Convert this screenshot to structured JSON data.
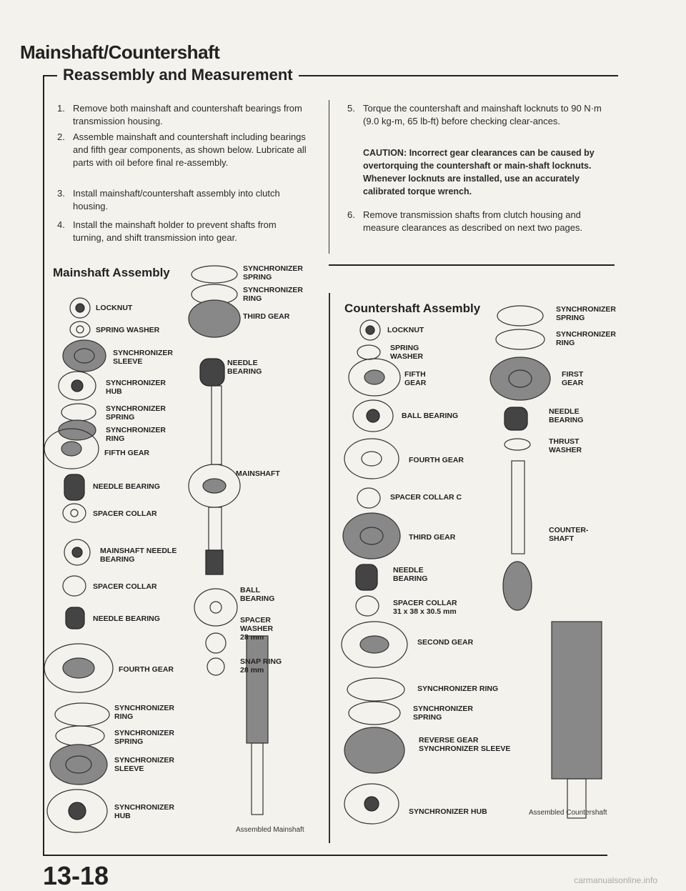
{
  "header": {
    "title": "Mainshaft/Countershaft",
    "subtitle": "Reassembly and Measurement"
  },
  "steps_left": [
    {
      "n": "1.",
      "text": "Remove both mainshaft and countershaft bearings from transmission housing."
    },
    {
      "n": "2.",
      "text": "Assemble mainshaft and countershaft including bearings and fifth gear components, as shown below. Lubricate all parts with oil before final re-assembly."
    },
    {
      "n": "3.",
      "text": "Install mainshaft/countershaft assembly into clutch housing."
    },
    {
      "n": "4.",
      "text": "Install the mainshaft holder to prevent shafts from turning, and shift transmission into gear."
    }
  ],
  "steps_right": [
    {
      "n": "5.",
      "text": "Torque the countershaft and mainshaft locknuts to 90 N·m (9.0 kg-m, 65 lb-ft) before checking clear-ances."
    },
    {
      "n": "6.",
      "text": "Remove transmission shafts from clutch housing and measure clearances as described on next two pages."
    }
  ],
  "caution": "CAUTION: Incorrect gear clearances can be caused by overtorquing the countershaft or main-shaft locknuts. Whenever locknuts are installed, use an accurately calibrated torque wrench.",
  "mainshaft": {
    "heading": "Mainshaft Assembly",
    "caption": "Assembled Mainshaft",
    "labels": [
      "LOCKNUT",
      "SPRING WASHER",
      "SYNCHRONIZER\nSLEEVE",
      "SYNCHRONIZER\nHUB",
      "SYNCHRONIZER\nSPRING",
      "SYNCHRONIZER\nRING",
      "FIFTH GEAR",
      "NEEDLE BEARING",
      "SPACER COLLAR",
      "MAINSHAFT NEEDLE\nBEARING",
      "SPACER COLLAR",
      "NEEDLE BEARING",
      "FOURTH GEAR",
      "SYNCHRONIZER\nRING",
      "SYNCHRONIZER\nSPRING",
      "SYNCHRONIZER\nSLEEVE",
      "SYNCHRONIZER\nHUB",
      "SYNCHRONIZER\nSPRING",
      "SYNCHRONIZER\nRING",
      "THIRD GEAR",
      "NEEDLE\nBEARING",
      "MAINSHAFT",
      "BALL\nBEARING",
      "SPACER\nWASHER\n28 mm",
      "SNAP RING\n28 mm"
    ]
  },
  "countershaft": {
    "heading": "Countershaft Assembly",
    "caption": "Assembled Countershaft",
    "labels": [
      "LOCKNUT",
      "SPRING\nWASHER",
      "FIFTH\nGEAR",
      "BALL BEARING",
      "FOURTH GEAR",
      "SPACER COLLAR C",
      "THIRD GEAR",
      "NEEDLE\nBEARING",
      "SPACER COLLAR\n31 x 38 x 30.5 mm",
      "SECOND GEAR",
      "SYNCHRONIZER RING",
      "SYNCHRONIZER\nSPRING",
      "REVERSE GEAR\nSYNCHRONIZER SLEEVE",
      "SYNCHRONIZER HUB",
      "SYNCHRONIZER\nSPRING",
      "SYNCHRONIZER\nRING",
      "FIRST\nGEAR",
      "NEEDLE\nBEARING",
      "THRUST\nWASHER",
      "COUNTER-\nSHAFT"
    ]
  },
  "page_number": "13-18",
  "watermark": "carmanualsonline.info"
}
